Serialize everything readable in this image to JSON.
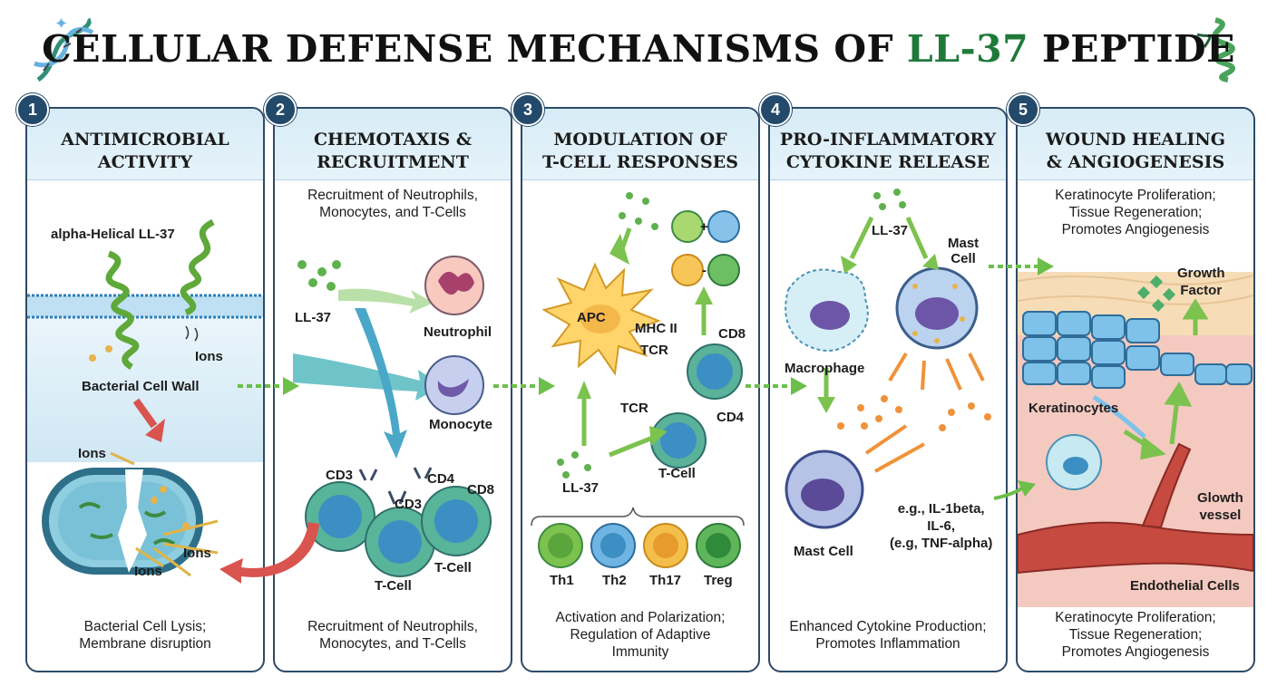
{
  "title": {
    "prefix": "CELLULAR DEFENSE MECHANISMS OF ",
    "highlight": "LL-37",
    "suffix": " PEPTIDE"
  },
  "colors": {
    "panel_border": "#2e4a66",
    "header_bg": "#d7ecf7",
    "title_highlight": "#1f7a3a",
    "badge": "#23496b",
    "arrow_green": "#6cbf4a",
    "arrow_red": "#d9534f",
    "arrow_orange": "#f0923a"
  },
  "icons": [
    "dna-icon",
    "protein-ribbon-icon"
  ],
  "panels": [
    {
      "number": "1",
      "title": "ANTIMICROBIAL\nACTIVITY",
      "labels": {
        "peptide": "alpha-Helical LL-37",
        "ions_top": "Ions",
        "cell_wall": "Bacterial Cell Wall",
        "ions_left": "Ions",
        "ions_right": "Ions",
        "ions_bottom": "Ions"
      },
      "caption": "Bacterial Cell Lysis;\nMembrane disruption"
    },
    {
      "number": "2",
      "title": "CHEMOTAXIS &\nRECRUITMENT",
      "subtitle": "Recruitment of Neutrophils,\nMonocytes, and T-Cells",
      "labels": {
        "ll37": "LL-37",
        "neutrophil": "Neutrophil",
        "monocyte": "Monocyte",
        "cd3_a": "CD3",
        "cd3_b": "CD3",
        "cd4": "CD4",
        "cd8": "CD8",
        "tcell_a": "T-Cell",
        "tcell_b": "T-Cell"
      },
      "caption": "Recruitment of Neutrophils,\nMonocytes, and T-Cells"
    },
    {
      "number": "3",
      "title": "MODULATION OF\nT-CELL RESPONSES",
      "labels": {
        "apc": "APC",
        "mhc": "MHC II",
        "tcr_a": "TCR",
        "tcr_b": "TCR",
        "cd8": "CD8",
        "cd4": "CD4",
        "tcell": "T-Cell",
        "ll37": "LL-37",
        "plus": "+",
        "minus": "-"
      },
      "subsets": [
        "Th1",
        "Th2",
        "Th17",
        "Treg"
      ],
      "caption": "Activation and Polarization;\nRegulation of Adaptive\nImmunity"
    },
    {
      "number": "4",
      "title": "PRO-INFLAMMATORY\nCYTOKINE RELEASE",
      "labels": {
        "ll37": "LL-37",
        "mast_top": "Mast\nCell",
        "macrophage": "Macrophage",
        "mast_bottom": "Mast Cell",
        "cytokines": "e.g., IL-1beta,\nIL-6,\n(e.g, TNF-alpha)"
      },
      "caption": "Enhanced Cytokine Production;\nPromotes Inflammation"
    },
    {
      "number": "5",
      "title": "WOUND HEALING\n& ANGIOGENESIS",
      "subtitle": "Keratinocyte Proliferation;\nTissue Regeneration;\nPromotes Angiogenesis",
      "labels": {
        "growth_factor": "Growth\nFactor",
        "keratinocytes": "Keratinocytes",
        "vessel": "Glowth\nvessel",
        "endothelial": "Endothelial Cells"
      },
      "caption": "Keratinocyte Proliferation;\nTissue Regeneration;\nPromotes Angiogenesis"
    }
  ]
}
